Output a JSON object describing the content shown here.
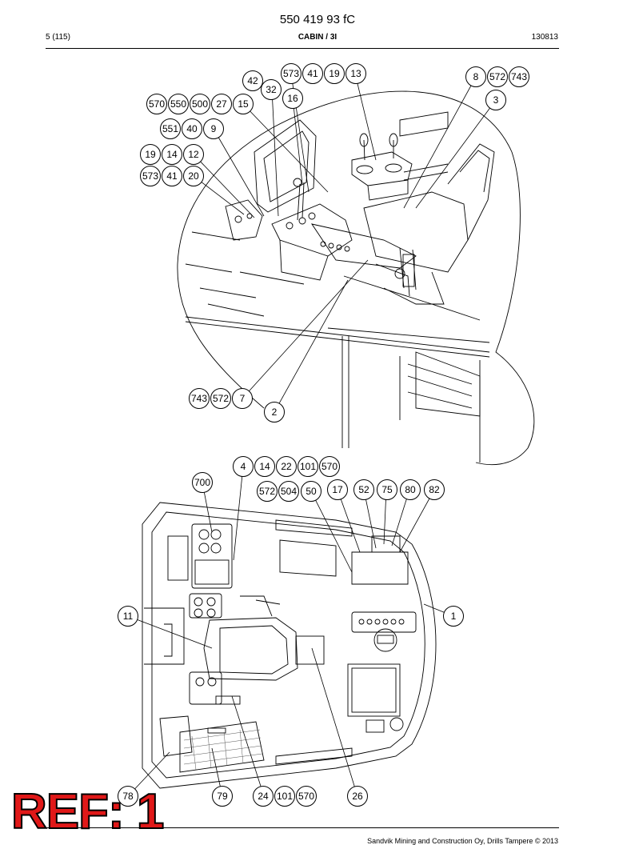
{
  "header": {
    "doc_number": "550 419 93 fC",
    "page": "5 (115)",
    "section": "CABIN / 3I",
    "date": "130813"
  },
  "footer": {
    "copyright": "Sandvik Mining and Construction Oy, Drills Tampere © 2013"
  },
  "stamp": {
    "text": "REF: 1"
  },
  "callouts": {
    "top": [
      "573",
      "41",
      "19",
      "13",
      "42",
      "32",
      "16",
      "8",
      "572",
      "743",
      "3",
      "570",
      "550",
      "500",
      "27",
      "15",
      "551",
      "40",
      "9",
      "19",
      "14",
      "12",
      "573",
      "41",
      "20",
      "743",
      "572",
      "7",
      "2"
    ],
    "bottom": [
      "4",
      "14",
      "22",
      "101",
      "570",
      "700",
      "572",
      "504",
      "50",
      "17",
      "52",
      "75",
      "80",
      "82",
      "11",
      "1",
      "78",
      "79",
      "24",
      "101",
      "570",
      "26"
    ]
  }
}
